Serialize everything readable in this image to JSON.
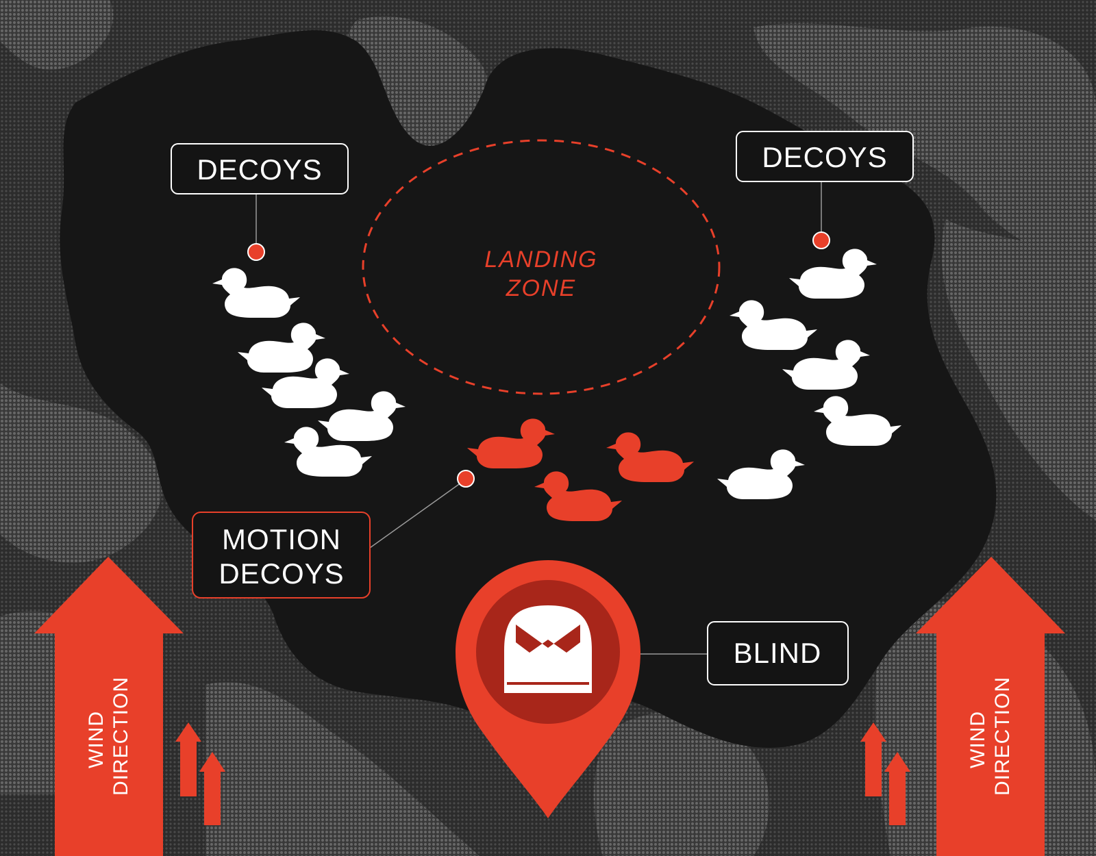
{
  "colors": {
    "background": "#141414",
    "terrain": "#3a3a3a",
    "terrain_light": "#5a5a5a",
    "water": "#161616",
    "accent_red": "#e8402a",
    "dark_red": "#a8261a",
    "white": "#ffffff"
  },
  "labels": {
    "decoys_left": "DECOYS",
    "decoys_right": "DECOYS",
    "motion_decoys_line1": "MOTION",
    "motion_decoys_line2": "DECOYS",
    "blind": "BLIND",
    "landing_zone_line1": "LANDING",
    "landing_zone_line2": "ZONE",
    "wind_left_line1": "WIND",
    "wind_left_line2": "DIRECTION",
    "wind_right_line1": "WIND",
    "wind_right_line2": "DIRECTION"
  },
  "icons": {
    "decoy": "duck-icon",
    "motion_decoy": "duck-icon",
    "blind": "blind-icon",
    "location": "map-pin-icon",
    "wind": "arrow-up-icon"
  }
}
